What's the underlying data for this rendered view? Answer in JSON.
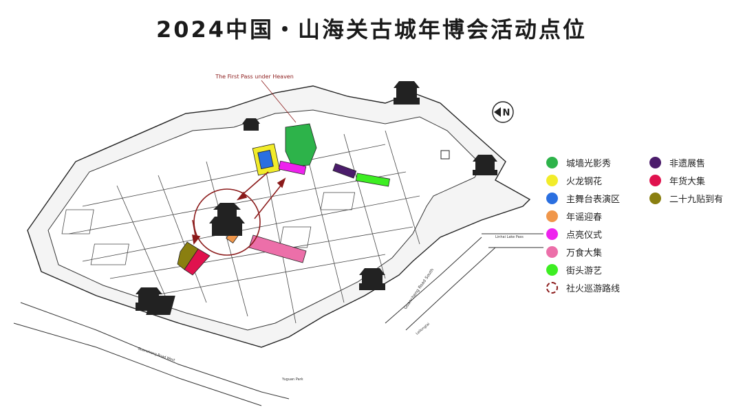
{
  "title": "2024中国・山海关古城年博会活动点位",
  "map_labels": {
    "first_pass": "The First Pass under Heaven",
    "linhai_pass": "Linhai Lake Pass",
    "guancheng_road_south": "Guancheng Road South",
    "guancheng_road_west": "Guancheng Road West",
    "yuguan_park": "Yuguan Park",
    "leiliang": "Leilongtai",
    "compass": "N"
  },
  "colors": {
    "wall": "#f4f4f4",
    "outline": "#222222",
    "route": "#8b1a1a",
    "title_label": "#8b1a1a"
  },
  "legend": {
    "col1": [
      {
        "label": "城墙光影秀",
        "color": "#2db34a"
      },
      {
        "label": "火龙钢花",
        "color": "#f2ec2a"
      },
      {
        "label": "主舞台表演区",
        "color": "#2a6fe0"
      },
      {
        "label": "年谣迎春",
        "color": "#f0964a"
      },
      {
        "label": "点亮仪式",
        "color": "#ee22ee"
      },
      {
        "label": "万食大集",
        "color": "#ec6fa9"
      },
      {
        "label": "街头游艺",
        "color": "#3dee22"
      },
      {
        "label": "社火巡游路线",
        "color": "route"
      }
    ],
    "col2": [
      {
        "label": "非遗展售",
        "color": "#4b1c6b"
      },
      {
        "label": "年货大集",
        "color": "#e0124e"
      },
      {
        "label": "二十九贴到有",
        "color": "#8a7f10"
      }
    ]
  }
}
